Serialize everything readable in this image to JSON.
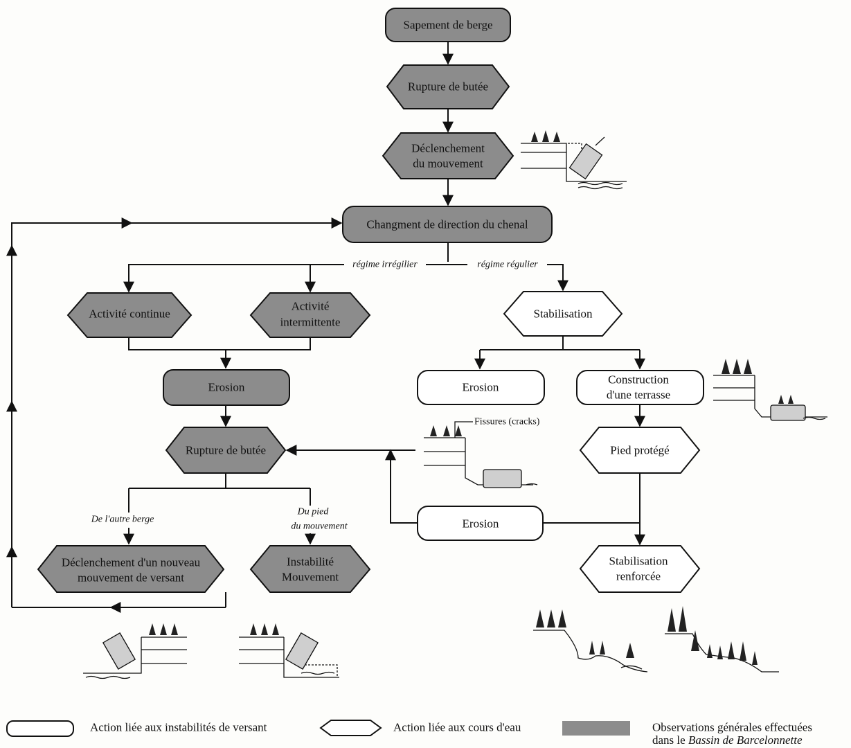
{
  "nodes": {
    "sapement": "Sapement de berge",
    "rupture_top": "Rupture de butée",
    "declenchement_top_1": "Déclenchement",
    "declenchement_top_2": "du mouvement",
    "changement": "Changment de direction du chenal",
    "activite_continue": "Activité continue",
    "activite_inter_1": "Activité",
    "activite_inter_2": "intermittente",
    "erosion_left": "Erosion",
    "rupture_mid": "Rupture de butée",
    "declenchement_nouveau_1": "Déclenchement d'un nouveau",
    "declenchement_nouveau_2": "mouvement de versant",
    "instabilite_1": "Instabilité",
    "instabilite_2": "Mouvement",
    "stabilisation": "Stabilisation",
    "erosion_right": "Erosion",
    "construction_1": "Construction",
    "construction_2": "d'une terrasse",
    "pied_protege": "Pied protégé",
    "erosion_bottom": "Erosion",
    "stabilisation_renforcee_1": "Stabilisation",
    "stabilisation_renforcee_2": "renforcée"
  },
  "edge_labels": {
    "regime_irregulier": "régime irrégilier",
    "regime_regulier": "régime régulier",
    "autre_berge": "De l'autre berge",
    "du_pied_1": "Du pied",
    "du_pied_2": "du mouvement",
    "fissures": "Fissures (cracks)"
  },
  "legend": {
    "versant": "Action liée aux instabilités de versant",
    "cours_eau": "Action liée aux cours d'eau",
    "observations_1": "Observations générales effectuées",
    "observations_2_prefix": "dans le ",
    "observations_2_italic": "Bassin de Barcelonnette"
  },
  "colors": {
    "grey_fill": "#8c8c8c",
    "white_fill": "#ffffff",
    "stroke": "#111111"
  }
}
